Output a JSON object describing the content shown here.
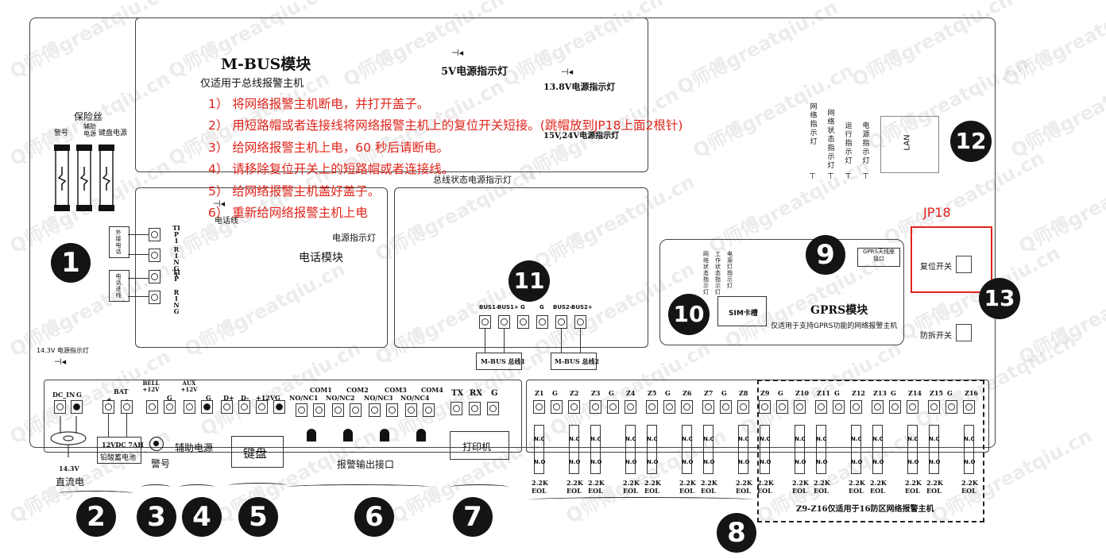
{
  "mbus": {
    "title": "M-BUS模块",
    "subtitle": "仅适用于总线报警主机"
  },
  "leds": {
    "v5": "5V电源指示灯",
    "v138": "13.8V电源指示灯",
    "v15": "15V,24V电源指示灯",
    "bus": "总线状态电源指示灯",
    "v143": "14.3V 电源指示灯",
    "phone_power": "电源指示灯",
    "phone_line": "电话线",
    "right_col": [
      "网络指示灯",
      "网络状态指示灯",
      "运行指示灯",
      "电源指示灯"
    ],
    "gprs_col": [
      "网络状态指示灯",
      "工作状态指示灯",
      "电源灯指示灯"
    ]
  },
  "fuse": {
    "title": "保险丝",
    "labels": [
      "警号",
      "辅助电源",
      "键盘电源"
    ]
  },
  "phone": {
    "title": "电话模块",
    "terminals": [
      "TIP1",
      "RING1",
      "TIP",
      "RING"
    ],
    "ext": "外接电话",
    "line": "电话进线"
  },
  "instructions": [
    "1）  将网络报警主机断电，并打开盖子。",
    "2）  用短路帽或者连接线将网络报警主机上的复位开关短接。(跳帽放到JP18上面2根针)",
    "3）  给网络报警主机上电，60 秒后请断电。",
    "4）  请移除复位开关上的短路帽或者连接线。",
    "5）  给网络报警主机盖好盖子。",
    "6）  重新给网络报警主机上电"
  ],
  "lan": "LAN",
  "jp18": "JP18",
  "reset_switch": "复位开关",
  "tamper_switch": "防拆开关",
  "gprs": {
    "title": "GPRS模块",
    "subtitle": "仅适用于支持GPRS功能的网络报警主机",
    "antenna": "GPRS天线座接口",
    "sim": "SIM卡槽"
  },
  "bus_terminals": [
    "BUS1-",
    "BUS1+",
    "G",
    "G",
    "BUS2-",
    "BUS2+"
  ],
  "bus_lines": [
    "M-BUS 总线1",
    "M-BUS 总线2"
  ],
  "power": {
    "dcin": "DC_IN",
    "g": "G",
    "v143": "14.3V",
    "dc": "直流电"
  },
  "battery": {
    "bat": "BAT",
    "plus": "+",
    "minus": "-",
    "spec": "12VDC 7AH",
    "type": "铅酸蓄电池"
  },
  "bell": {
    "label": "BELL +12V",
    "g": "G",
    "siren": "警号"
  },
  "aux": {
    "label": "AUX +12V",
    "g": "G",
    "name": "辅助电源"
  },
  "keypad": {
    "pins": [
      "D+",
      "D-",
      "+12V",
      "G"
    ],
    "name": "键盘"
  },
  "alarm_out": {
    "coms": [
      "COM1",
      "COM2",
      "COM3",
      "COM4"
    ],
    "nos": [
      "NO/NC1",
      "NO/NC2",
      "NO/NC3",
      "NO/NC4"
    ],
    "name": "报警输出接口"
  },
  "printer": {
    "pins": [
      "TX",
      "RX",
      "G"
    ],
    "name": "打印机"
  },
  "zones": {
    "labels": [
      "Z1",
      "G",
      "Z2",
      "Z3",
      "G",
      "Z4",
      "Z5",
      "G",
      "Z6",
      "Z7",
      "G",
      "Z8",
      "Z9",
      "G",
      "Z10",
      "Z11",
      "G",
      "Z12",
      "Z13",
      "G",
      "Z14",
      "Z15",
      "G",
      "Z16"
    ],
    "nc": "N.C",
    "no": "N.O",
    "eol1": "2.2K",
    "eol2": "EOL",
    "note": "Z9-Z16仅适用于16防区网络报警主机"
  },
  "numbers": [
    "1",
    "2",
    "3",
    "4",
    "5",
    "6",
    "7",
    "8",
    "9",
    "10",
    "11",
    "12",
    "13"
  ],
  "watermark": "Q师傅greatqiu.cn"
}
